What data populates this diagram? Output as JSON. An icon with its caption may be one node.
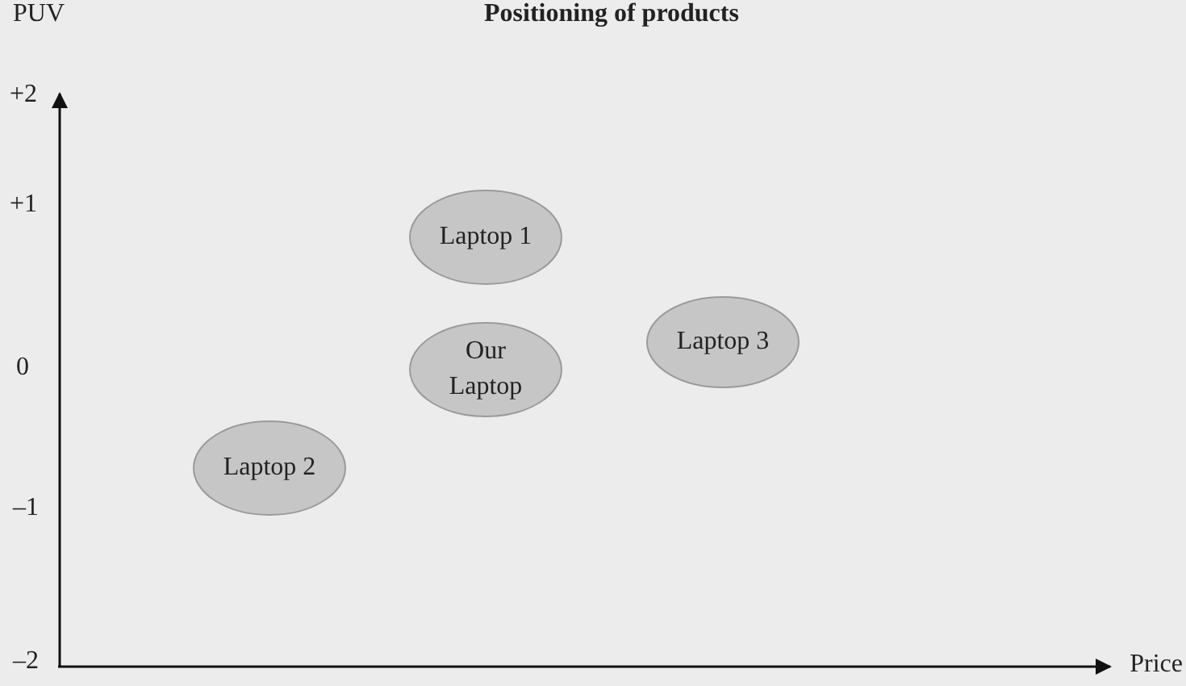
{
  "diagram": {
    "title": "Positioning of products",
    "nodes": [
      {
        "text": [
          "Laptop 1"
        ]
      },
      {
        "text": [
          "Our Laptop"
        ]
      },
      {
        "text": [
          "Laptop 3"
        ]
      },
      {
        "text": [
          "Laptop 2"
        ]
      }
    ],
    "labels": [
      "PUV",
      "+2",
      "+1",
      "0",
      "–1",
      "–2",
      "Price"
    ]
  }
}
